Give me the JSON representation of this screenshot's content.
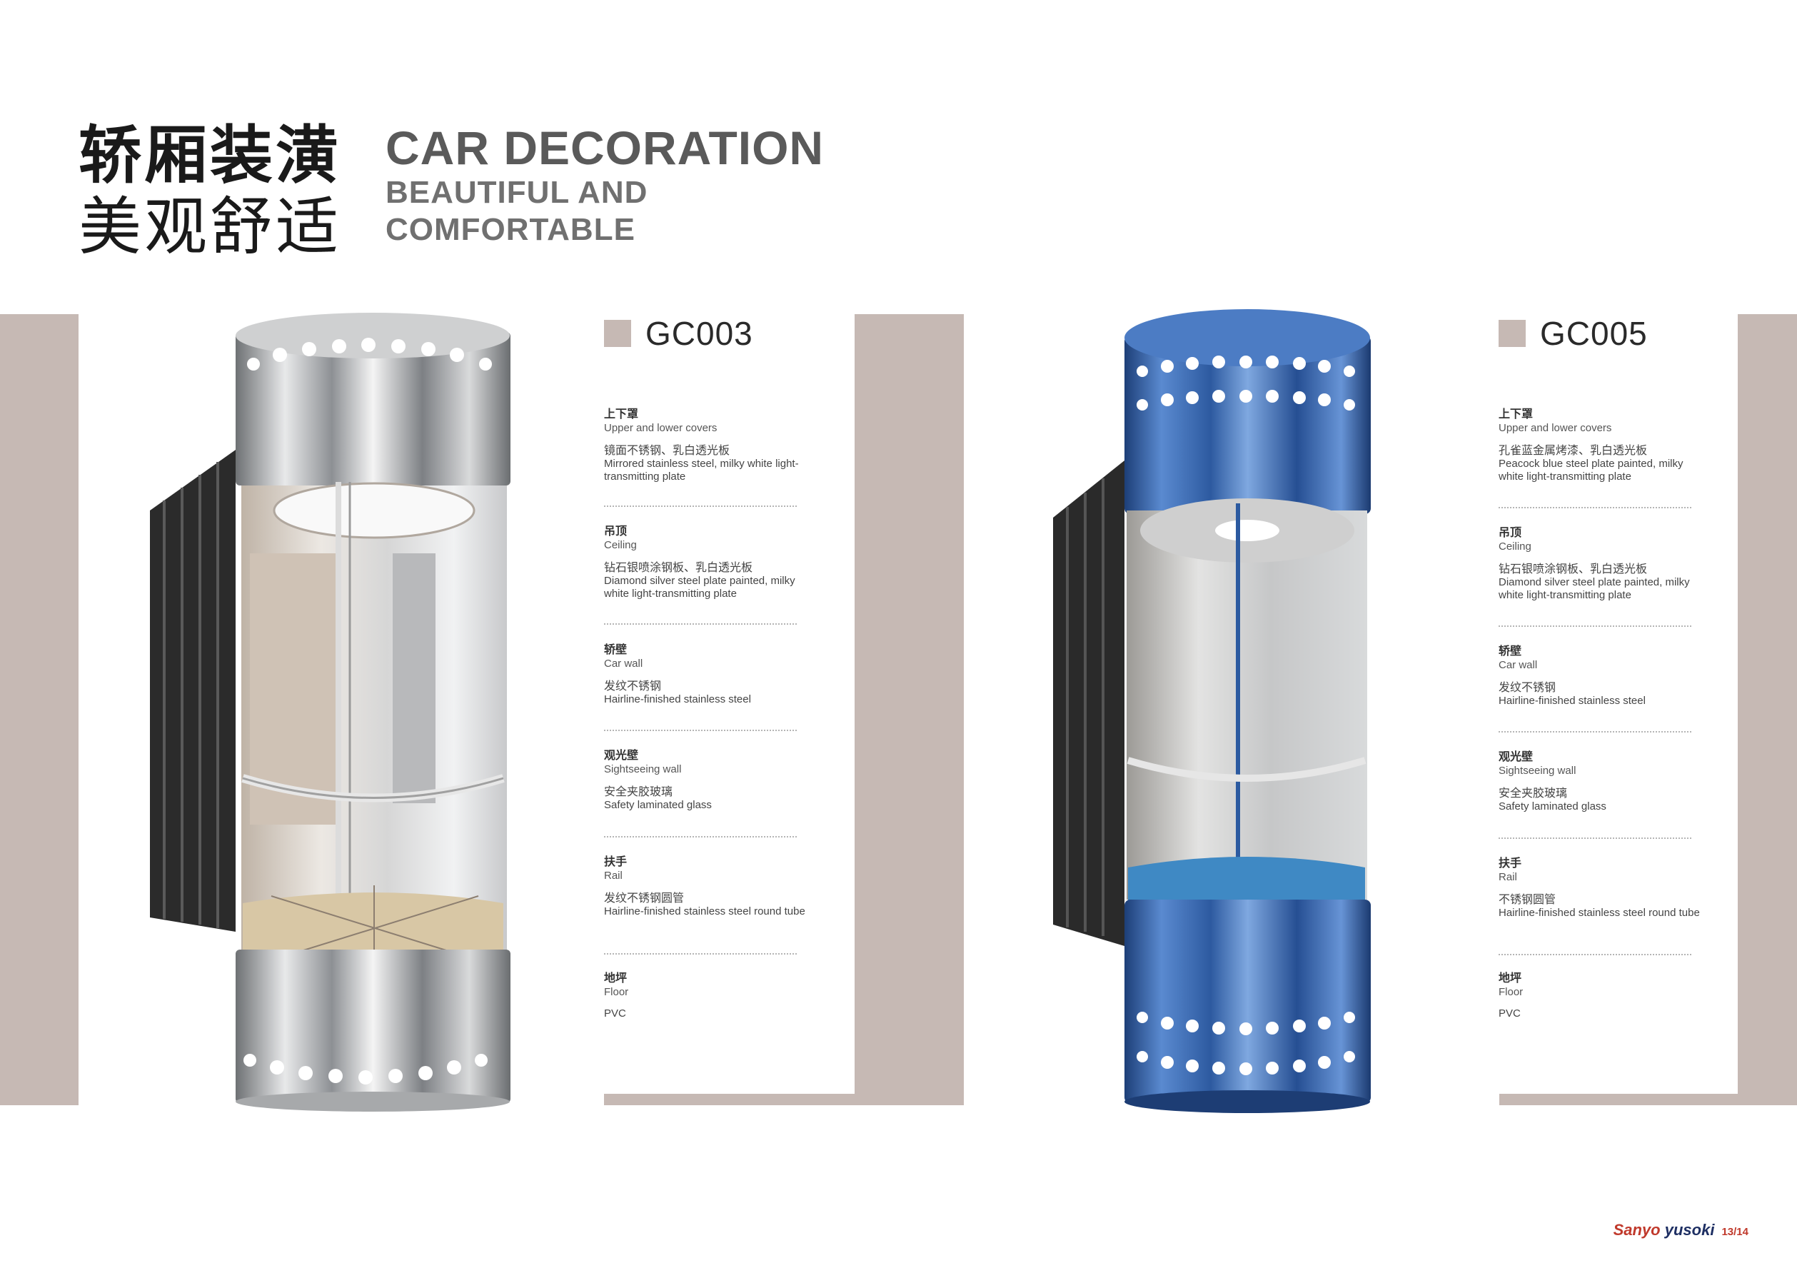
{
  "header": {
    "cn_line1": "轿厢装潢",
    "cn_line2": "美观舒适",
    "en_line1": "CAR DECORATION",
    "en_line2": "BEAUTIFUL AND",
    "en_line3": "COMFORTABLE"
  },
  "colors": {
    "accent_taupe": "#c6b9b4",
    "brand_red": "#c0392b",
    "brand_navy": "#1e2f63",
    "gc005_blue": "#2f5ea3"
  },
  "products": [
    {
      "code": "GC003",
      "specs": [
        {
          "cn": "上下罩",
          "en": "Upper and lower covers",
          "value_cn": "镜面不锈钢、乳白透光板",
          "value_en": "Mirrored stainless steel, milky white light-transmitting plate"
        },
        {
          "cn": "吊顶",
          "en": "Ceiling",
          "value_cn": "钻石银喷涂钢板、乳白透光板",
          "value_en": "Diamond silver steel plate painted, milky white light-transmitting plate"
        },
        {
          "cn": "轿壁",
          "en": "Car wall",
          "value_cn": "发纹不锈钢",
          "value_en": "Hairline-finished stainless steel"
        },
        {
          "cn": "观光壁",
          "en": "Sightseeing wall",
          "value_cn": "安全夹胶玻璃",
          "value_en": "Safety laminated glass"
        },
        {
          "cn": "扶手",
          "en": "Rail",
          "value_cn": "发纹不锈钢圆管",
          "value_en": "Hairline-finished stainless steel round tube"
        },
        {
          "cn": "地坪",
          "en": "Floor",
          "value_cn": "",
          "value_en": "PVC"
        }
      ]
    },
    {
      "code": "GC005",
      "specs": [
        {
          "cn": "上下罩",
          "en": "Upper and lower covers",
          "value_cn": "孔雀蓝金属烤漆、乳白透光板",
          "value_en": "Peacock blue steel plate painted, milky white light-transmitting plate"
        },
        {
          "cn": "吊顶",
          "en": "Ceiling",
          "value_cn": "钻石银喷涂钢板、乳白透光板",
          "value_en": "Diamond silver steel plate painted, milky white light-transmitting plate"
        },
        {
          "cn": "轿壁",
          "en": "Car wall",
          "value_cn": "发纹不锈钢",
          "value_en": "Hairline-finished stainless steel"
        },
        {
          "cn": "观光壁",
          "en": "Sightseeing wall",
          "value_cn": "安全夹胶玻璃",
          "value_en": "Safety laminated glass"
        },
        {
          "cn": "扶手",
          "en": "Rail",
          "value_cn": "不锈钢圆管",
          "value_en": "Hairline-finished stainless steel round tube"
        },
        {
          "cn": "地坪",
          "en": "Floor",
          "value_cn": "",
          "value_en": "PVC"
        }
      ]
    }
  ],
  "footer": {
    "brand_part1": "Sanyo",
    "brand_part2": "yusoki",
    "page": "13/14"
  }
}
